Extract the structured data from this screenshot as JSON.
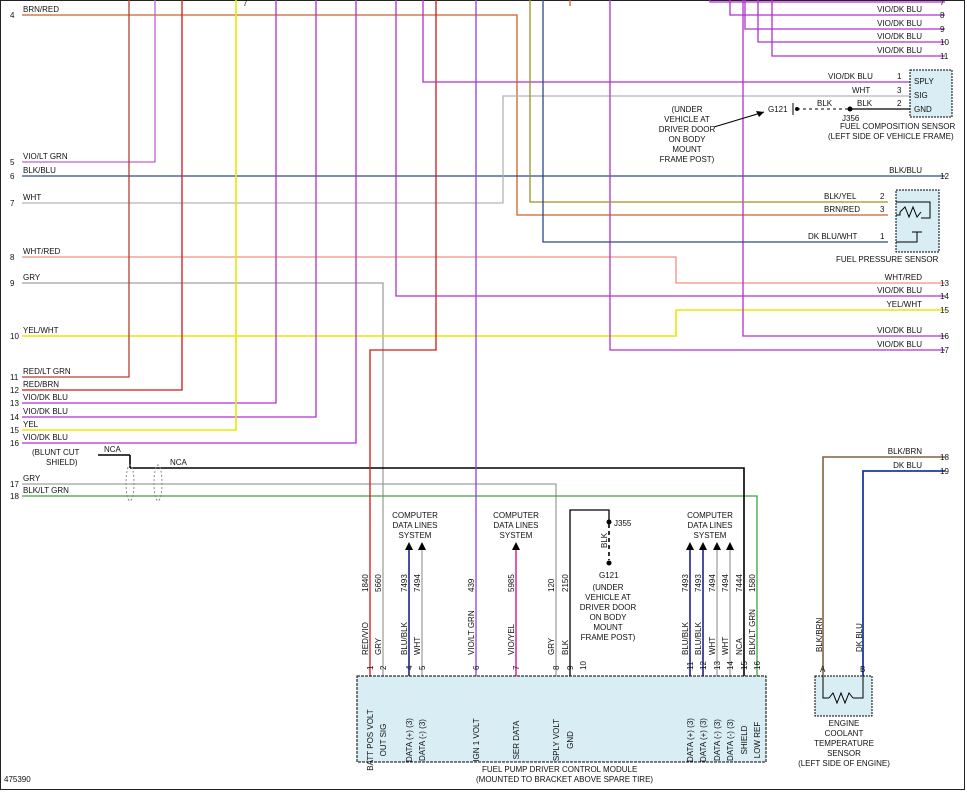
{
  "figure_id": "475390",
  "colors": {
    "brn_red": "#c8642a",
    "vio_lt_grn": "#c060d0",
    "blk_blu": "#2a4a8a",
    "wht": "#b4b4b4",
    "wht_red": "#f09080",
    "gry": "#a0a0a0",
    "yel_wht": "#f0f000",
    "red_lt_grn": "#b04030",
    "red_brn": "#d01818",
    "vio_dk_blu": "#b030d0",
    "yel": "#f0f000",
    "blk_lt_grn": "#40a040",
    "blk": "#000000",
    "vio_yel": "#e03090",
    "blu_blk": "#202090",
    "vio_blu": "#9040e0",
    "dk_blu": "#1a3aa0",
    "blk_brn": "#806040",
    "blk_yel": "#a09020",
    "dk_blu_wht": "#2a4a8a",
    "comp_fill": "#d8eef4"
  },
  "left_wires": [
    {
      "num": "4",
      "label": "BRN/RED"
    },
    {
      "num": "5",
      "label": "VIO/LT GRN"
    },
    {
      "num": "6",
      "label": "BLK/BLU"
    },
    {
      "num": "7",
      "label": "WHT"
    },
    {
      "num": "8",
      "label": "WHT/RED"
    },
    {
      "num": "9",
      "label": "GRY"
    },
    {
      "num": "10",
      "label": "YEL/WHT"
    },
    {
      "num": "11",
      "label": "RED/LT GRN"
    },
    {
      "num": "12",
      "label": "RED/BRN"
    },
    {
      "num": "13",
      "label": "VIO/DK BLU"
    },
    {
      "num": "14",
      "label": "VIO/DK BLU"
    },
    {
      "num": "15",
      "label": "YEL"
    },
    {
      "num": "16",
      "label": "VIO/DK BLU"
    },
    {
      "num": "17",
      "label": "GRY"
    },
    {
      "num": "18",
      "label": "BLK/LT GRN"
    }
  ],
  "top_left_num": "7",
  "right_wires": [
    {
      "num": "7",
      "label": "VIO/DK BLU"
    },
    {
      "num": "8",
      "label": "VIO/DK BLU"
    },
    {
      "num": "9",
      "label": "VIO/DK BLU"
    },
    {
      "num": "10",
      "label": "VIO/DK BLU"
    },
    {
      "num": "11",
      "label": "VIO/DK BLU"
    },
    {
      "num": "12",
      "label": "BLK/BLU"
    },
    {
      "num": "13",
      "label": "WHT/RED"
    },
    {
      "num": "14",
      "label": "VIO/DK BLU"
    },
    {
      "num": "15",
      "label": "YEL/WHT"
    },
    {
      "num": "16",
      "label": "VIO/DK BLU"
    },
    {
      "num": "17",
      "label": "VIO/DK BLU"
    },
    {
      "num": "18",
      "label": "BLK/BRN"
    },
    {
      "num": "19",
      "label": "DK BLU"
    }
  ],
  "fuel_composition_sensor": {
    "name_line1": "FUEL COMPOSITION SENSOR",
    "name_line2": "(LEFT SIDE OF VEHICLE FRAME)",
    "pins": [
      {
        "wire": "VIO/DK BLU",
        "num": "1",
        "name": "SPLY"
      },
      {
        "wire": "WHT",
        "num": "3",
        "name": "SIG"
      },
      {
        "wire": "BLK",
        "num": "2",
        "name": "GND"
      }
    ],
    "ground": "G121",
    "ground_wire": "BLK",
    "splice": "J356",
    "note": [
      "(UNDER",
      "VEHICLE AT",
      "DRIVER DOOR",
      "ON BODY",
      "MOUNT",
      "FRAME POST)"
    ]
  },
  "fuel_pressure_sensor": {
    "name": "FUEL PRESSURE SENSOR",
    "pins": [
      {
        "wire": "BLK/YEL",
        "num": "2"
      },
      {
        "wire": "BRN/RED",
        "num": "3"
      },
      {
        "wire": "DK BLU/WHT",
        "num": "1"
      }
    ]
  },
  "shield": {
    "note_line1": "(BLUNT CUT",
    "note_line2": "SHIELD)",
    "nca_left": "NCA",
    "nca_right": "NCA"
  },
  "computer_data_lines": [
    "COMPUTER",
    "DATA LINES",
    "SYSTEM"
  ],
  "ground_g121": {
    "splice": "J355",
    "wire": "BLK",
    "ground": "G121",
    "note": [
      "(UNDER",
      "VEHICLE AT",
      "DRIVER DOOR",
      "ON BODY",
      "MOUNT",
      "FRAME POST)"
    ]
  },
  "module": {
    "name_line1": "FUEL PUMP DRIVER CONTROL MODULE",
    "name_line2": "(MOUNTED TO BRACKET ABOVE SPARE TIRE)",
    "pins": [
      {
        "pin": "1",
        "circuit": "1840",
        "wire": "RED/VIO",
        "func": "BATT POS VOLT"
      },
      {
        "pin": "2",
        "circuit": "5660",
        "wire": "GRY",
        "func": "OUT SIG"
      },
      {
        "pin": "4",
        "circuit": "7493",
        "wire": "BLU/BLK",
        "func": "DATA (+) (3)"
      },
      {
        "pin": "5",
        "circuit": "7494",
        "wire": "WHT",
        "func": "DATA (-) (3)"
      },
      {
        "pin": "6",
        "circuit": "439",
        "wire": "VIO/LT GRN",
        "func": "IGN 1 VOLT"
      },
      {
        "pin": "7",
        "circuit": "5985",
        "wire": "VIO/YEL",
        "func": "SER DATA"
      },
      {
        "pin": "8",
        "circuit": "120",
        "wire": "GRY",
        "func": "SPLY VOLT"
      },
      {
        "pin": "9",
        "circuit": "2150",
        "wire": "BLK",
        "func": "GND"
      },
      {
        "pin": "10",
        "circuit": "",
        "wire": "",
        "func": ""
      },
      {
        "pin": "11",
        "circuit": "7493",
        "wire": "BLU/BLK",
        "func": "DATA (+) (3)"
      },
      {
        "pin": "12",
        "circuit": "7493",
        "wire": "BLU/BLK",
        "func": "DATA (+) (3)"
      },
      {
        "pin": "13",
        "circuit": "7494",
        "wire": "WHT",
        "func": "DATA (-) (3)"
      },
      {
        "pin": "14",
        "circuit": "7494",
        "wire": "WHT",
        "func": "DATA (-) (3)"
      },
      {
        "pin": "15",
        "circuit": "7444",
        "wire": "NCA",
        "func": "SHIELD"
      },
      {
        "pin": "16",
        "circuit": "1580",
        "wire": "BLK/LT GRN",
        "func": "LOW REF"
      }
    ]
  },
  "ect_sensor": {
    "name": [
      "ENGINE",
      "COOLANT",
      "TEMPERATURE",
      "SENSOR",
      "(LEFT SIDE OF ENGINE)"
    ],
    "pins": [
      {
        "pin": "A",
        "wire": "BLK/BRN"
      },
      {
        "pin": "B",
        "wire": "DK BLU"
      }
    ]
  }
}
